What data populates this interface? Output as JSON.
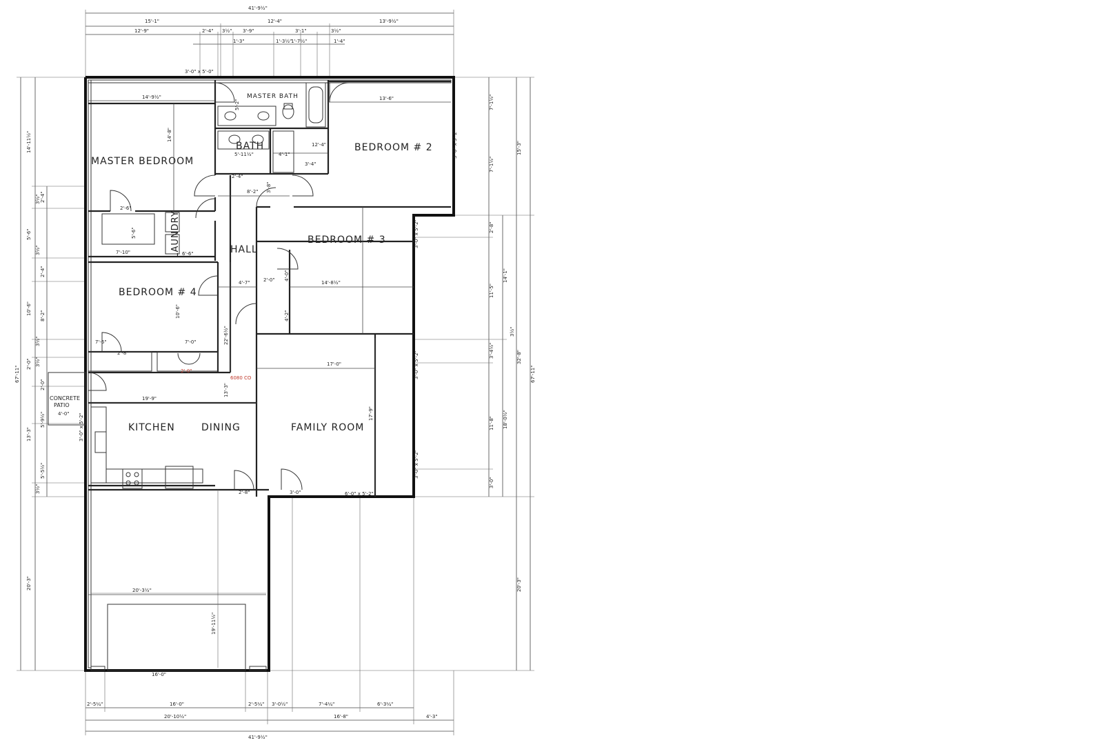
{
  "rooms": {
    "master_bedroom": "MASTER BEDROOM",
    "master_bath": "MASTER BATH",
    "bath": "BATH",
    "bedroom2": "BEDROOM # 2",
    "bedroom3": "BEDROOM # 3",
    "bedroom4": "BEDROOM # 4",
    "laundry": "LAUNDRY",
    "hall": "HALL",
    "kitchen": "KITCHEN",
    "dining": "DINING",
    "family_room": "FAMILY ROOM",
    "patio_line1": "CONCRETE",
    "patio_line2": "PATIO"
  },
  "dims": {
    "overall_top": "41'-9½\"",
    "overall_bottom": "41'-9½\"",
    "top_r2_a": "15'-1\"",
    "top_r2_b": "12'-4\"",
    "top_r2_c": "13'-9½\"",
    "top_r3_a": "12'-9\"",
    "top_r3_b": "2'-4\"",
    "top_r3_c": "3½\"",
    "top_r3_d": "3'-9\"",
    "top_r3_e": "3'-1\"",
    "top_r3_f": "3½\"",
    "top_r4_a": "1'-3\"",
    "top_r4_b": "1'-3½\"",
    "top_r4_c": "1'-7½\"",
    "top_r4_d": "1'-4\"",
    "win_top": "3'-0\" x 5'-0\"",
    "mb_width": "14'-9½\"",
    "mb_depth": "14'-8\"",
    "b2_width": "13'-6\"",
    "bath_a": "12'-4\"",
    "bath_b": "3'-4\"",
    "bath_c": "4'-1\"",
    "bath_d": "5'-11½\"",
    "bath_e": "5'-2\"",
    "hall_a": "8'-2\"",
    "hall_b": "3'-8\"",
    "hall_c": "2'-4\"",
    "hall_w": "4'-7\"",
    "closet_a": "5'-6\"",
    "closet_b": "7'-10\"",
    "closet_c": "2'-6\"",
    "laundry_w": "6'-6\"",
    "b3_width": "14'-8½\"",
    "b3_a": "2'-0\"",
    "b3_b": "4'-0\"",
    "b3_c": "4'-2\"",
    "b4_depth": "10'-6\"",
    "b4_a": "7'-6\"",
    "b4_b": "7'-0\"",
    "b4_door": "2'-8\"",
    "hall_len": "22'-6½\"",
    "fr_width": "17'-0\"",
    "fr_depth": "17'-9\"",
    "fr_window": "6'-0\" x 5'-2\"",
    "kit_width": "19'-9\"",
    "kit_depth": "13'-3\"",
    "patio_w": "4'-0\"",
    "sgd": "6080 CO",
    "sgd_w": "2'-0\"",
    "garage_w": "20'-3½\"",
    "garage_d": "19'-11½\"",
    "garage_door": "16'-0\"",
    "door_a": "2'-8\"",
    "door_b": "3'-0\"",
    "bot_r1_a": "2'-5¼\"",
    "bot_r1_b": "16'-0\"",
    "bot_r1_c": "2'-5¼\"",
    "bot_r1_d": "3'-0½\"",
    "bot_r1_e": "7'-4¼\"",
    "bot_r1_f": "6'-3¼\"",
    "bot_r2_a": "20'-10½\"",
    "bot_r2_b": "16'-8\"",
    "bot_r2_c": "4'-3\"",
    "left_overall": "67'-11\"",
    "left_a": "14'-11½\"",
    "left_b": "3½\"",
    "left_c": "2'-4\"",
    "left_d": "5'-6\"",
    "left_e": "3½\"",
    "left_f": "2'-4\"",
    "left_g": "10'-6\"",
    "left_h": "8'-2\"",
    "left_i": "3½\"",
    "left_j": "2'-0\"",
    "left_k": "3½\"",
    "left_l": "2'-0\"",
    "left_m": "13'-3\"",
    "left_n": "5'-9½\"",
    "left_o": "5'-5½\"",
    "left_p": "3½\"",
    "left_q": "20'-3\"",
    "right_overall": "67'-11\"",
    "right_a": "7'-1½\"",
    "right_b": "7'-1½\"",
    "right_c": "15'-3\"",
    "right_d": "2'-8\"",
    "right_e": "11'-5\"",
    "right_f": "14'-1\"",
    "right_g": "3½\"",
    "right_h": "32'-8\"",
    "right_i": "3'-4½\"",
    "right_j": "11'-8\"",
    "right_k": "18'-0½\"",
    "right_l": "3'-0\"",
    "right_m": "20'-3\"",
    "win_side": "3'-0\" x 5'-2\""
  }
}
